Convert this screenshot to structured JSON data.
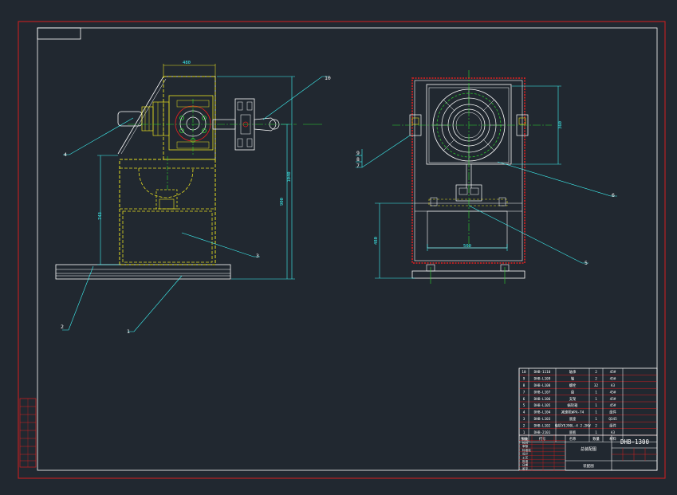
{
  "colors": {
    "background": "#212830",
    "outer_frame": "#d81e1e",
    "inner_frame": "#ffffff",
    "outline": "#ffffff",
    "hidden_yellow": "#e8e020",
    "center_green": "#2ed82e",
    "dimension_cyan": "#3ff7f7",
    "accent_red": "#e02020"
  },
  "side_view": {
    "dimensions": {
      "top_width": "480",
      "overall_height": "1040",
      "axis_height": "900",
      "base_height": "743"
    }
  },
  "front_view": {
    "dimensions": {
      "flange_height": "360",
      "base_height": "480",
      "inner_width": "500"
    }
  },
  "callouts": [
    "1",
    "2",
    "3",
    "4",
    "5",
    "6",
    "7",
    "8",
    "9",
    "10"
  ],
  "title_block": {
    "drawing_number": "DHB-1300",
    "drawing_name": "总装配图",
    "material": "装配图",
    "parts": [
      {
        "no": "10",
        "code": "DHB-1110",
        "name": "轴承",
        "qty": "2",
        "material": "45#"
      },
      {
        "no": "9",
        "code": "DHB-L109",
        "name": "轴",
        "qty": "2",
        "material": "45#"
      },
      {
        "no": "8",
        "code": "DHB-L108",
        "name": "螺栓",
        "qty": "32",
        "material": "A3"
      },
      {
        "no": "7",
        "code": "DHB-L107",
        "name": "盘",
        "qty": "1",
        "material": "45#"
      },
      {
        "no": "6",
        "code": "DHB-L106",
        "name": "支架",
        "qty": "1",
        "material": "45#"
      },
      {
        "no": "5",
        "code": "DHB-L105",
        "name": "蜗轮箱",
        "qty": "1",
        "material": "45#"
      },
      {
        "no": "4",
        "code": "DHB-L104",
        "name": "减速机WPA-74",
        "qty": "1",
        "material": "组件"
      },
      {
        "no": "3",
        "code": "DHB-L103",
        "name": "底座",
        "qty": "1",
        "material": "Q345"
      },
      {
        "no": "2",
        "code": "DHB-L102",
        "name": "电机YEJ90L-4 2.2KW",
        "qty": "2",
        "material": "组件"
      },
      {
        "no": "1",
        "code": "DHB-2101",
        "name": "底板",
        "qty": "1",
        "material": "A3"
      }
    ],
    "header": {
      "no": "序号",
      "code": "代号",
      "name": "名称",
      "qty": "数量",
      "material": "材料"
    },
    "left_labels": [
      "描图",
      "校对",
      "审核",
      "标准化",
      "设计",
      "工艺",
      "批准",
      "日期",
      "签字"
    ]
  }
}
